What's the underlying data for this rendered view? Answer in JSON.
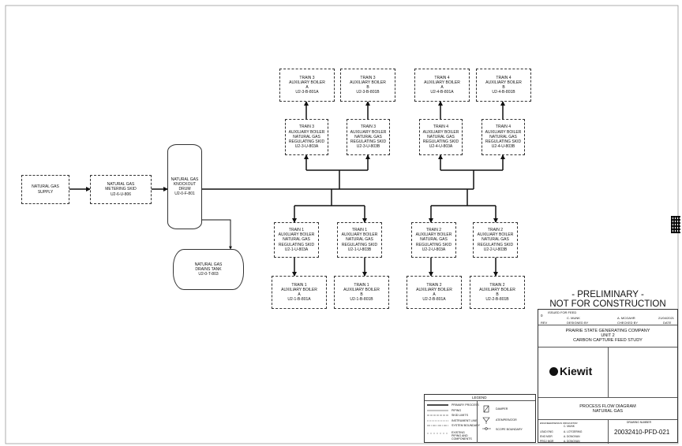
{
  "supply": {
    "lines": [
      "NATURAL GAS",
      "SUPPLY"
    ]
  },
  "metering": {
    "lines": [
      "NATURAL GAS",
      "METERING SKID",
      "U2-6-U-806"
    ]
  },
  "drum": {
    "lines": [
      "NATURAL GAS",
      "KNOCKOUT",
      "DRUM",
      "U2-0-F-801"
    ]
  },
  "tank": {
    "lines": [
      "NATURAL GAS",
      "DRAINS TANK",
      "U2-0-T-803"
    ]
  },
  "boilers_top": [
    {
      "lines": [
        "TRAIN 3",
        "AUXILIARY BOILER",
        "A",
        "U2-3-B-801A"
      ]
    },
    {
      "lines": [
        "TRAIN 3",
        "AUXILIARY BOILER",
        "B",
        "U2-3-B-801B"
      ]
    },
    {
      "lines": [
        "TRAIN 4",
        "AUXILIARY BOILER",
        "A",
        "U2-4-B-801A"
      ]
    },
    {
      "lines": [
        "TRAIN 4",
        "AUXILIARY BOILER",
        "B",
        "U2-4-B-801B"
      ]
    }
  ],
  "skids_top": [
    {
      "lines": [
        "TRAIN 3",
        "AUXILIARY BOILER",
        "NATURAL GAS",
        "REGULATING SKID",
        "U2-3-U-803A"
      ]
    },
    {
      "lines": [
        "TRAIN 3",
        "AUXILIARY BOILER",
        "NATURAL GAS",
        "REGULATING SKID",
        "U2-3-U-803B"
      ]
    },
    {
      "lines": [
        "TRAIN 4",
        "AUXILIARY BOILER",
        "NATURAL GAS",
        "REGULATING SKID",
        "U2-4-U-803A"
      ]
    },
    {
      "lines": [
        "TRAIN 4",
        "AUXILIARY BOILER",
        "NATURAL GAS",
        "REGULATING SKID",
        "U2-4-U-803B"
      ]
    }
  ],
  "skids_bottom": [
    {
      "lines": [
        "TRAIN 1",
        "AUXILIARY BOILER",
        "NATURAL GAS",
        "REGULATING SKID",
        "U2-1-U-803A"
      ]
    },
    {
      "lines": [
        "TRAIN 1",
        "AUXILIARY BOILER",
        "NATURAL GAS",
        "REGULATING SKID",
        "U2-1-U-803B"
      ]
    },
    {
      "lines": [
        "TRAIN 2",
        "AUXILIARY BOILER",
        "NATURAL GAS",
        "REGULATING SKID",
        "U2-2-U-803A"
      ]
    },
    {
      "lines": [
        "TRAIN 2",
        "AUXILIARY BOILER",
        "NATURAL GAS",
        "REGULATING SKID",
        "U2-2-U-803B"
      ]
    }
  ],
  "boilers_bottom": [
    {
      "lines": [
        "TRAIN 1",
        "AUXILIARY BOILER",
        "A",
        "U2-1-B-801A"
      ]
    },
    {
      "lines": [
        "TRAIN 1",
        "AUXILIARY BOILER",
        "B",
        "U2-1-B-801B"
      ]
    },
    {
      "lines": [
        "TRAIN 2",
        "AUXILIARY BOILER",
        "A",
        "U2-2-B-801A"
      ]
    },
    {
      "lines": [
        "TRAIN 2",
        "AUXILIARY BOILER",
        "B",
        "U2-2-B-801B"
      ]
    }
  ],
  "preliminary": {
    "line1": "- PRELIMINARY -",
    "line2": "NOT FOR CONSTRUCTION"
  },
  "title_block": {
    "rev": "0",
    "issued": "ISSUED FOR FEED",
    "designer": "C. MUNK",
    "checker": "A. MCGAHR",
    "date": "21/04/2021",
    "rev_label": "REV",
    "designed_label": "DESIGNED BY",
    "checked_label": "CHECKED BY",
    "date_label": "DATE",
    "company": "PRAIRIE STATE GENERATING COMPANY",
    "unit": "UNIT 2",
    "study": "CARBON CAPTURE FEED STUDY",
    "logo": "Kiewit",
    "drawing_title1": "PROCESS FLOW DIAGRAM",
    "drawing_title2": "NATURAL GAS",
    "drawing_number_label": "DRAWING NUMBER",
    "drawing_number": "20032410-PFD-021",
    "signoffs": [
      {
        "role": "ENGINEER/DESIGN ORIGINATOR",
        "name": "C. MUNK"
      },
      {
        "role": "LEAD ENG",
        "name": "A. LOTGERING"
      },
      {
        "role": "ENG MGR",
        "name": "A. DONOVAN"
      },
      {
        "role": "PROJ MGR",
        "name": "A. DONOVAN"
      }
    ]
  },
  "legend": {
    "title": "LEGEND",
    "items": [
      "PRIMARY PROCESS",
      "PIPING",
      "SKID LIMITS",
      "INSTRUMENT LINE",
      "SYSTEM BOUNDARY",
      "EXISTING PIPING AND COMPONENTS"
    ],
    "symbols": [
      "DAMPER",
      "ATEMPERATOR",
      "SCOPE BOUNDARY"
    ]
  }
}
